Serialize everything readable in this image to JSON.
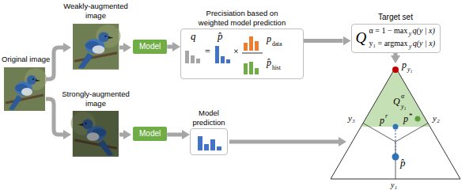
{
  "diagram": {
    "nodes": [
      {
        "text": [
          "Model"
        ]
      },
      {
        "text": [
          "Precisiation based on weighted model prediction",
          "q",
          "=",
          "p̂",
          "×",
          "p",
          "data",
          "p̂",
          "hist"
        ]
      },
      {
        "text": [
          "Target set",
          "Q",
          "α = 1 − max",
          "y",
          "q(y | x)",
          "y₁ = argmax",
          "y",
          "q(y | x)"
        ]
      },
      {
        "text": [
          "Model"
        ]
      },
      {
        "text": [
          "Model prediction"
        ]
      }
    ],
    "edges": [
      {
        "from": 0,
        "to": 1,
        "arrow": "to"
      },
      {
        "from": 1,
        "to": 2,
        "arrow": "to"
      },
      {
        "from": 3,
        "to": 4,
        "arrow": "to"
      }
    ],
    "labels": [
      "Original image",
      "Weakly-augmented image",
      "Strongly-augmented image",
      "p",
      "y₁",
      "y₃",
      "y₂",
      "Q",
      "α",
      "y₁",
      "p",
      "*",
      "p",
      "r",
      "p̂",
      "y₁"
    ]
  }
}
